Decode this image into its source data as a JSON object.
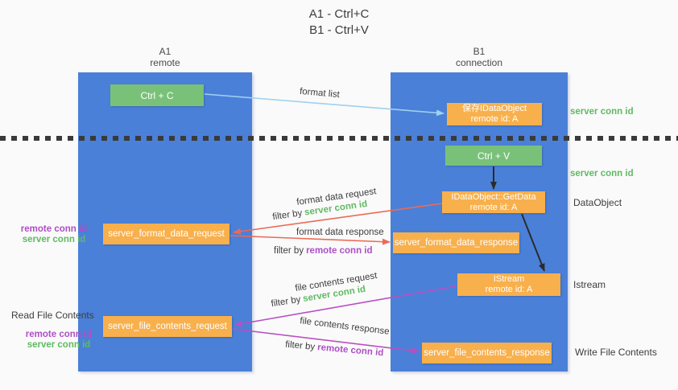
{
  "title": {
    "line1": "A1 - Ctrl+C",
    "line2": "B1 - Ctrl+V"
  },
  "lanes": {
    "left": {
      "name": "A1",
      "subtitle": "remote"
    },
    "right": {
      "name": "B1",
      "subtitle": "connection"
    }
  },
  "nodes": {
    "ctrl_c": {
      "label": "Ctrl + C"
    },
    "ctrl_v": {
      "label": "Ctrl + V"
    },
    "save_dataobject": {
      "line1": "保存IDataObject",
      "line2": "remote id: A"
    },
    "getdata": {
      "line1": "IDataObject::GetData",
      "line2": "remote id: A"
    },
    "istream": {
      "line1": "IStream",
      "line2": "remote id: A"
    },
    "format_request": {
      "label": "server_format_data_request"
    },
    "format_response": {
      "label": "server_format_data_response"
    },
    "file_request": {
      "label": "server_file_contents_request"
    },
    "file_response": {
      "label": "server_file_contents_response"
    }
  },
  "right_labels": {
    "server_conn_id_top": "server conn id",
    "server_conn_id_mid": "server conn id",
    "dataobject": "DataObject",
    "istream": "Istream",
    "write_file_contents": "Write File Contents"
  },
  "left_labels": {
    "read_file_contents": "Read File Contents",
    "format_block": {
      "remote": "remote conn id",
      "server": "server conn id"
    },
    "file_block": {
      "remote": "remote conn id",
      "server": "server conn id"
    }
  },
  "arrow_labels": {
    "format_list": "format list",
    "format_data_request": "format data request",
    "format_data_response": "format data response",
    "file_contents_request": "file contents request",
    "file_contents_response": "file contents response",
    "filters": [
      {
        "prefix": "filter by",
        "value": "server conn id"
      },
      {
        "prefix": "filter by",
        "value": "remote conn id"
      },
      {
        "prefix": "filter by",
        "value": "server conn id"
      },
      {
        "prefix": "filter by",
        "value": "remote conn id"
      }
    ]
  },
  "colors": {
    "lane_blue": "#4a80d8",
    "box_green": "#79c179",
    "box_orange": "#f8b04d",
    "text_green": "#5fba63",
    "text_purple": "#ae4fc5",
    "arrow_red": "#ec6a55",
    "arrow_magenta": "#ba4fc2",
    "arrow_light_blue": "#9fd1f1",
    "arrow_black": "#2b2b2b",
    "dashed_line": "#3a3a3a"
  }
}
